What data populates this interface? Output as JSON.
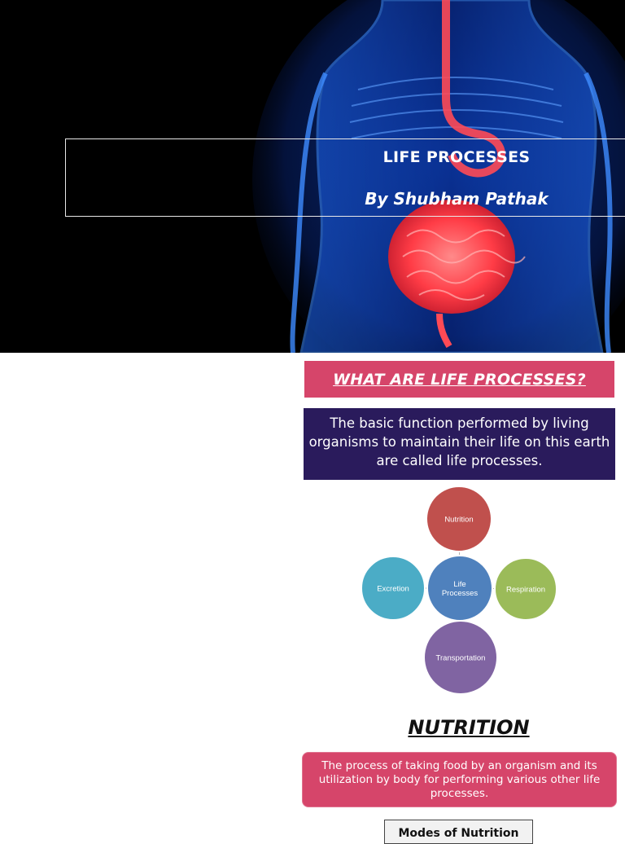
{
  "cover": {
    "title": "LIFE PROCESSES",
    "author": "By Shubham Pathak",
    "image": "human-anatomy-digestive-system"
  },
  "intro": {
    "heading": "WHAT ARE LIFE PROCESSES?",
    "definition": "The basic function performed by living organisms to maintain their life on this earth are called life processes."
  },
  "diagram": {
    "center": "Life Processes",
    "center_lines": [
      "Life",
      "Processes"
    ],
    "nodes": [
      {
        "label": "Nutrition",
        "color": "#c0504d"
      },
      {
        "label": "Respiration",
        "color": "#9bbb59"
      },
      {
        "label": "Transportation",
        "color": "#8064a2"
      },
      {
        "label": "Excretion",
        "color": "#4bacc6"
      }
    ],
    "center_color": "#4f81bd"
  },
  "nutrition": {
    "heading": "NUTRITION",
    "definition": "The process of taking food by an organism and its utilization by body for performing various other life processes.",
    "modes_label": "Modes of Nutrition"
  },
  "colors": {
    "banner": "#d6456a",
    "definition_box": "#2a1b5c",
    "body_glow": "#1e6fff",
    "intestine": "#ff5a5a"
  }
}
